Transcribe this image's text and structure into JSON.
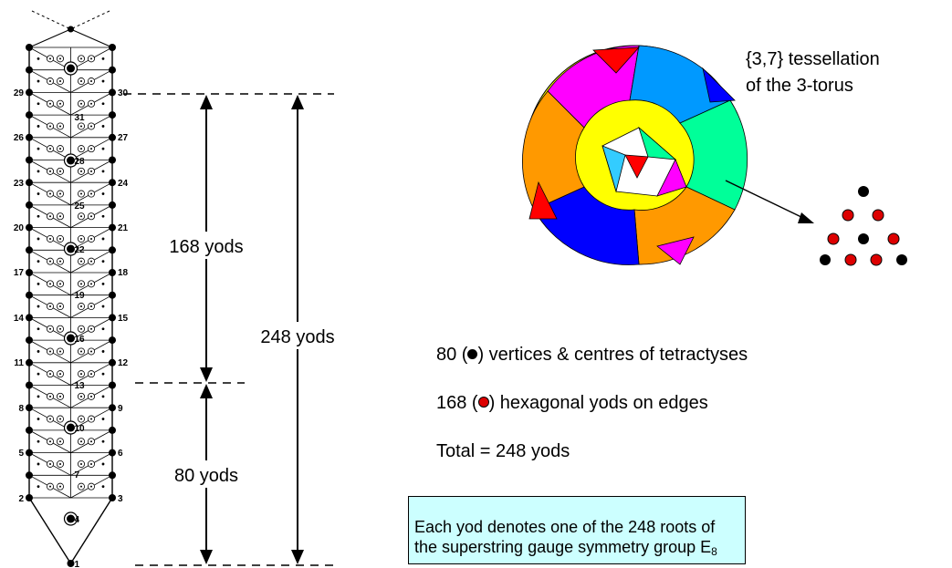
{
  "tree_numbers": [
    "1",
    "2",
    "3",
    "4",
    "5",
    "6",
    "7",
    "8",
    "9",
    "10",
    "11",
    "12",
    "13",
    "14",
    "15",
    "16",
    "17",
    "18",
    "19",
    "20",
    "21",
    "22",
    "23",
    "24",
    "25",
    "26",
    "27",
    "28",
    "29",
    "30",
    "31"
  ],
  "measures": {
    "label_168": "168 yods",
    "label_80": "80 yods",
    "label_248": "248 yods"
  },
  "torus": {
    "title_line1": "{3,7} tessellation",
    "title_line2": "of the 3-torus",
    "colors": [
      "#ff00ff",
      "#ffff00",
      "#00ff99",
      "#0099ff",
      "#ff9900",
      "#0000ff",
      "#ff0000",
      "#33ccff"
    ]
  },
  "legend": {
    "black_pre": "80 (",
    "black_post": ") vertices & centres of tetractyses",
    "red_pre": "168 (",
    "red_post": ") hexagonal yods on edges",
    "total": "Total = 248 yods"
  },
  "note": {
    "line1": "Each yod denotes one of the 248 roots of",
    "line2": "the superstring gauge symmetry group E",
    "subscript": "8"
  },
  "colors": {
    "black_yod": "#000000",
    "red_yod": "#dd0000",
    "note_bg": "#ccffff"
  }
}
